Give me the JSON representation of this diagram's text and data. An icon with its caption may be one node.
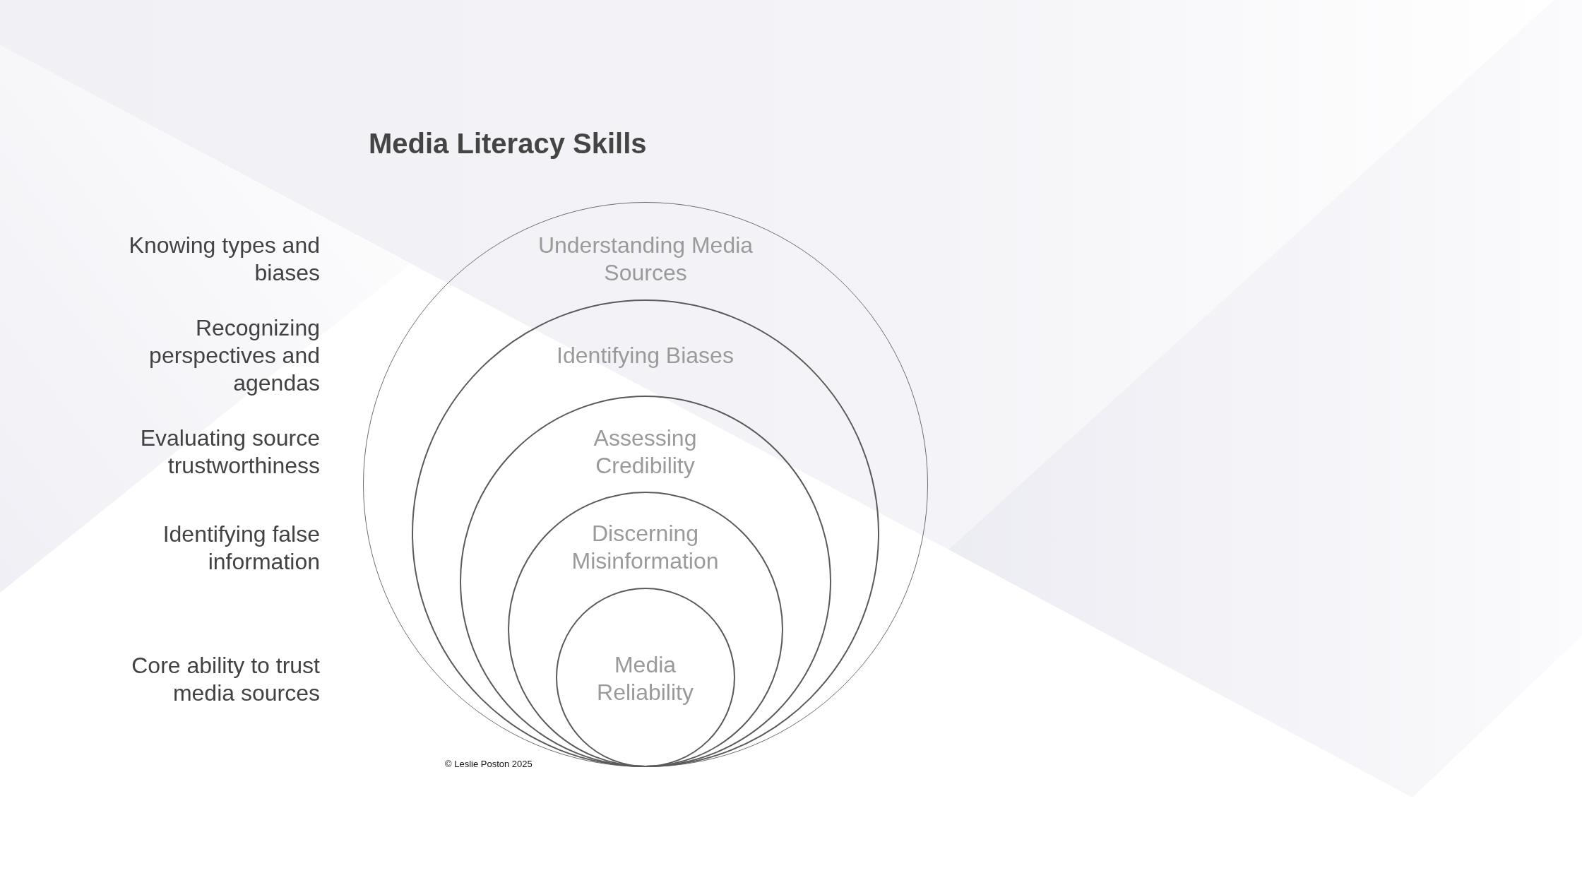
{
  "diagram": {
    "title": "Media Literacy Skills",
    "nodes": [
      {
        "text": [
          "Understanding Media Sources"
        ]
      },
      {
        "text": [
          "Identifying Biases"
        ],
        "in": 0
      },
      {
        "text": [
          "Assessing Credibility"
        ],
        "in": 1
      },
      {
        "text": [
          "Discerning Misinformation"
        ],
        "in": 2
      },
      {
        "text": [
          "Media Reliability"
        ],
        "in": 3
      }
    ],
    "labels": [
      "Knowing types and biases",
      "Recognizing perspectives and agendas",
      "Evaluating source trustworthiness",
      "Identifying false information",
      "Core ability to trust media sources",
      "© Leslie Poston 2025"
    ]
  }
}
